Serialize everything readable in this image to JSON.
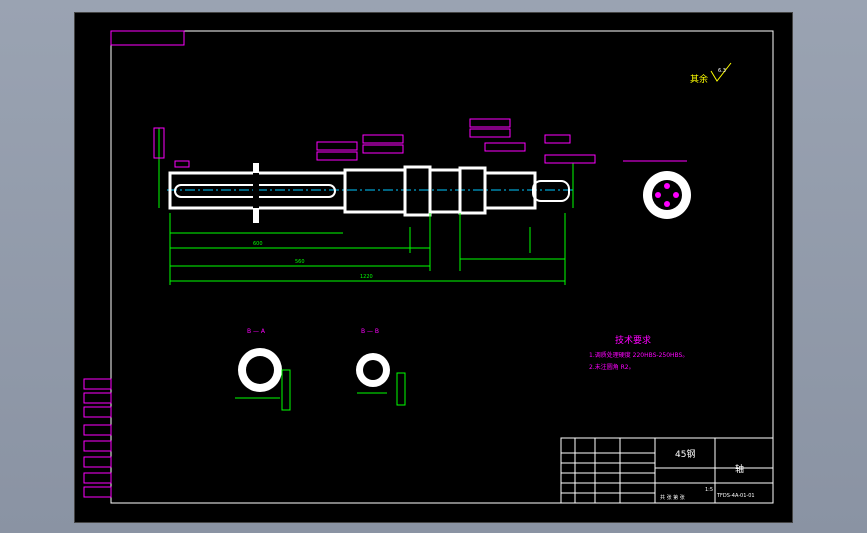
{
  "drawing": {
    "finish_note": {
      "text": "其余",
      "roughness": "6.3"
    },
    "section_labels": [
      "B — A",
      "B — B"
    ],
    "technical_requirements": {
      "title": "技术要求",
      "items": [
        "1.调质处理硬度 220HBS-250HBS。",
        "2.未注圆角 R2。"
      ]
    },
    "title_block": {
      "material": "45钢",
      "part_name": "轴",
      "drawing_number": "TFDS-4A-01-01",
      "scale": "1:5",
      "sheet_info": "共 张 第 张"
    },
    "dimensions": {
      "overall_length": "1220",
      "left_segment": "600",
      "center_span": "560"
    },
    "colors": {
      "background": "#000000",
      "outline": "#ffffff",
      "dimension": "#00ff00",
      "annotation": "#ff00ff",
      "centerline": "#00c8ff"
    }
  }
}
